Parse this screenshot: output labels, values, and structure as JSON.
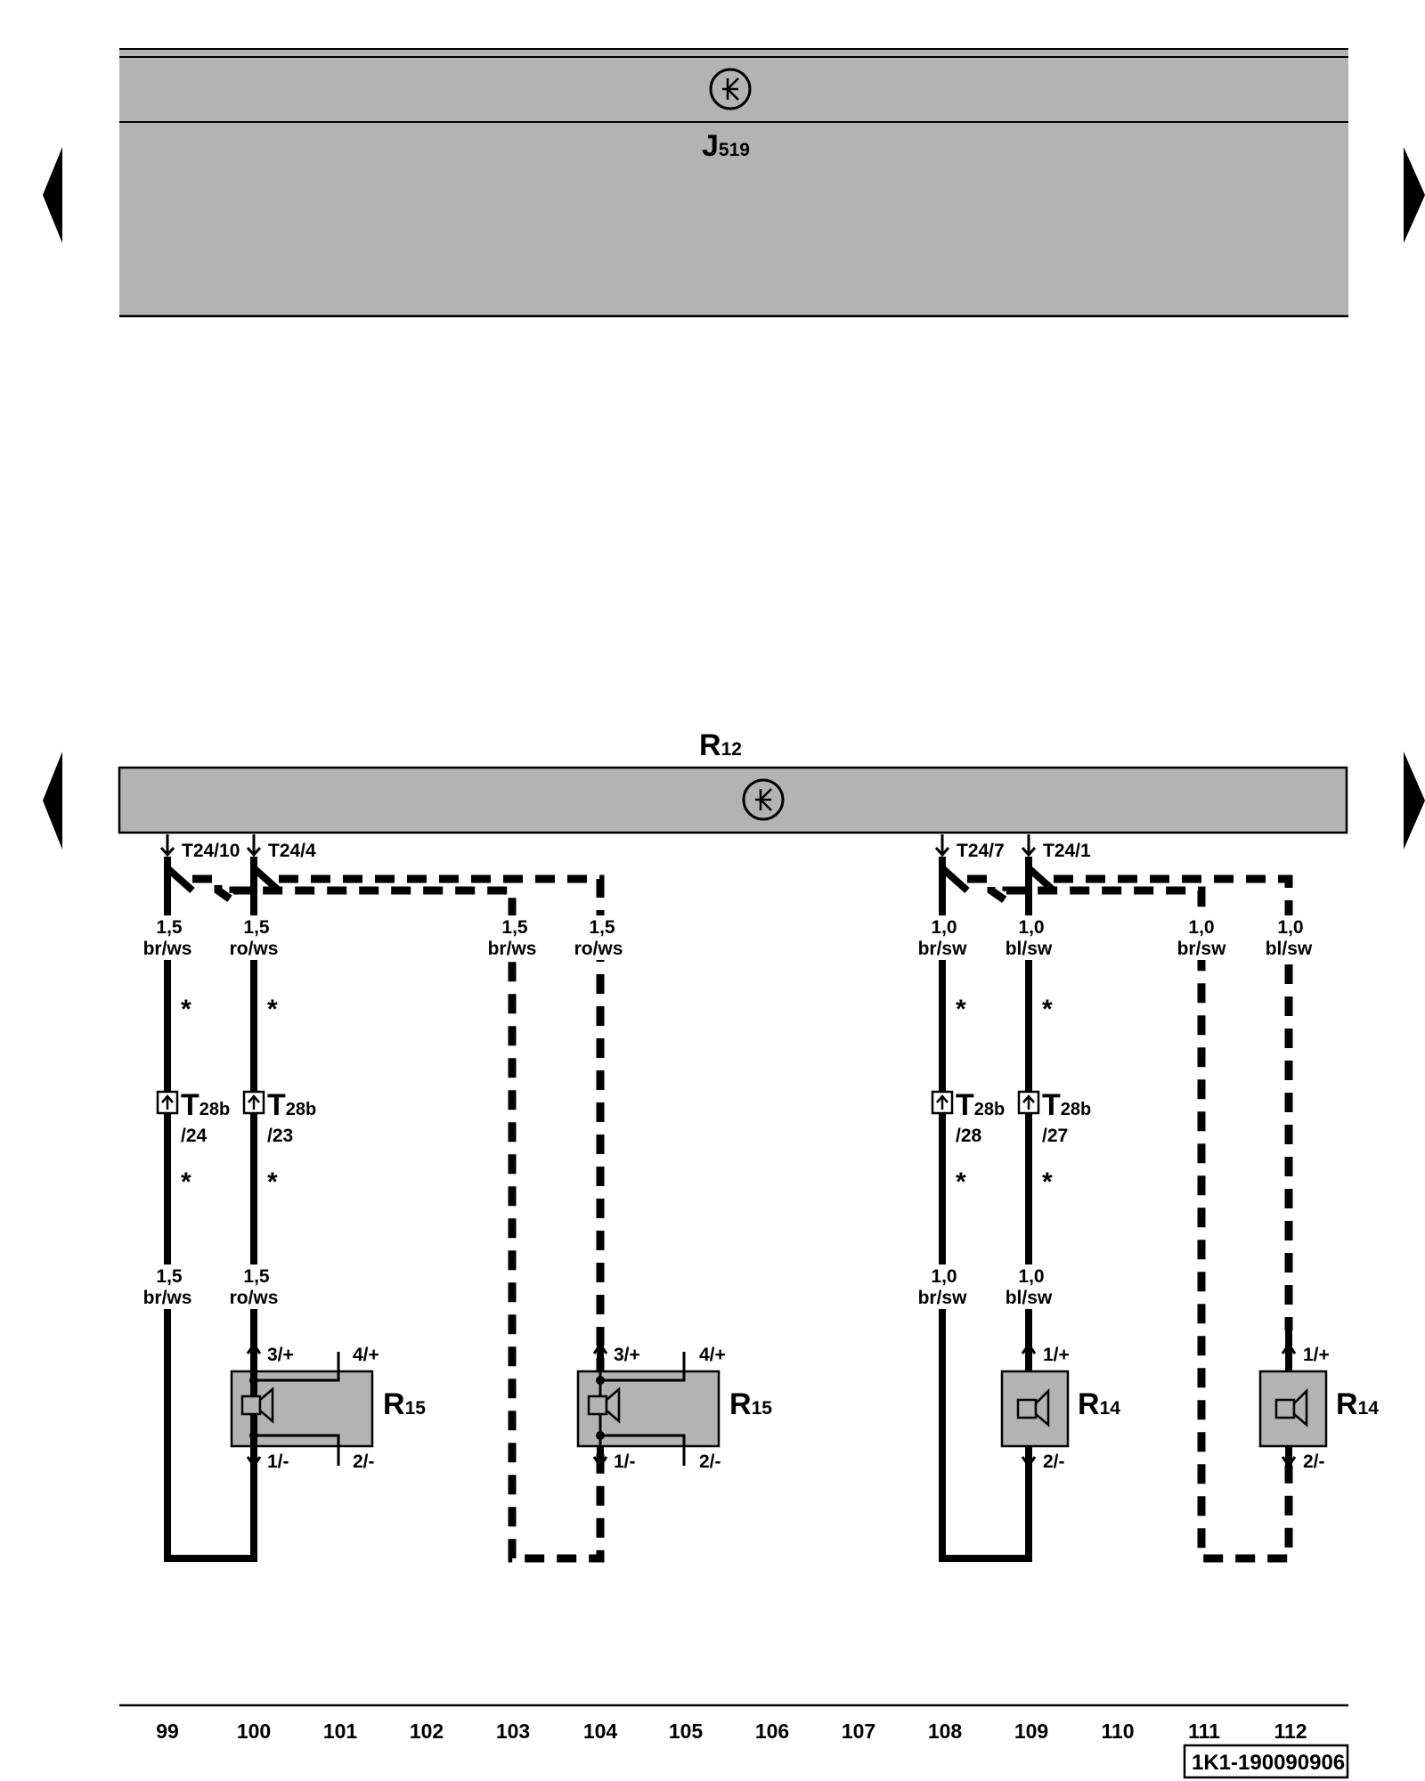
{
  "components": {
    "j519": {
      "letter": "J",
      "sub": "519"
    },
    "r12": {
      "letter": "R",
      "sub": "12"
    }
  },
  "connectors": {
    "t24_10": "T24/10",
    "t24_4": "T24/4",
    "t24_7": "T24/7",
    "t24_1": "T24/1"
  },
  "wires": {
    "w99_top": {
      "gauge": "1,5",
      "color": "br/ws"
    },
    "w100_top": {
      "gauge": "1,5",
      "color": "ro/ws"
    },
    "w103": {
      "gauge": "1,5",
      "color": "br/ws"
    },
    "w104": {
      "gauge": "1,5",
      "color": "ro/ws"
    },
    "w108_top": {
      "gauge": "1,0",
      "color": "br/sw"
    },
    "w109_top": {
      "gauge": "1,0",
      "color": "bl/sw"
    },
    "w111": {
      "gauge": "1,0",
      "color": "br/sw"
    },
    "w112": {
      "gauge": "1,0",
      "color": "bl/sw"
    },
    "w99_bot": {
      "gauge": "1,5",
      "color": "br/ws"
    },
    "w100_bot": {
      "gauge": "1,5",
      "color": "ro/ws"
    },
    "w108_bot": {
      "gauge": "1,0",
      "color": "br/sw"
    },
    "w109_bot": {
      "gauge": "1,0",
      "color": "bl/sw"
    }
  },
  "star": "*",
  "inline_connectors": {
    "c24": {
      "main": "T",
      "sub": "28b",
      "pin": "/24"
    },
    "c23": {
      "main": "T",
      "sub": "28b",
      "pin": "/23"
    },
    "c28": {
      "main": "T",
      "sub": "28b",
      "pin": "/28"
    },
    "c27": {
      "main": "T",
      "sub": "28b",
      "pin": "/27"
    }
  },
  "speakers": {
    "r15_left": {
      "letter": "R",
      "sub": "15",
      "pin_top_left": "3/+",
      "pin_top_right": "4/+",
      "pin_bot_left": "1/-",
      "pin_bot_right": "2/-"
    },
    "r15_mid": {
      "letter": "R",
      "sub": "15",
      "pin_top_left": "3/+",
      "pin_top_right": "4/+",
      "pin_bot_left": "1/-",
      "pin_bot_right": "2/-"
    },
    "r14_left": {
      "letter": "R",
      "sub": "14",
      "pin_top": "1/+",
      "pin_bot": "2/-"
    },
    "r14_right": {
      "letter": "R",
      "sub": "14",
      "pin_top": "1/+",
      "pin_bot": "2/-"
    }
  },
  "columns": [
    "99",
    "100",
    "101",
    "102",
    "103",
    "104",
    "105",
    "106",
    "107",
    "108",
    "109",
    "110",
    "111",
    "112"
  ],
  "reference": "1K1-190090906",
  "colors": {
    "module_fill": "#b3b3b3",
    "wire": "#000000",
    "background": "#ffffff"
  }
}
